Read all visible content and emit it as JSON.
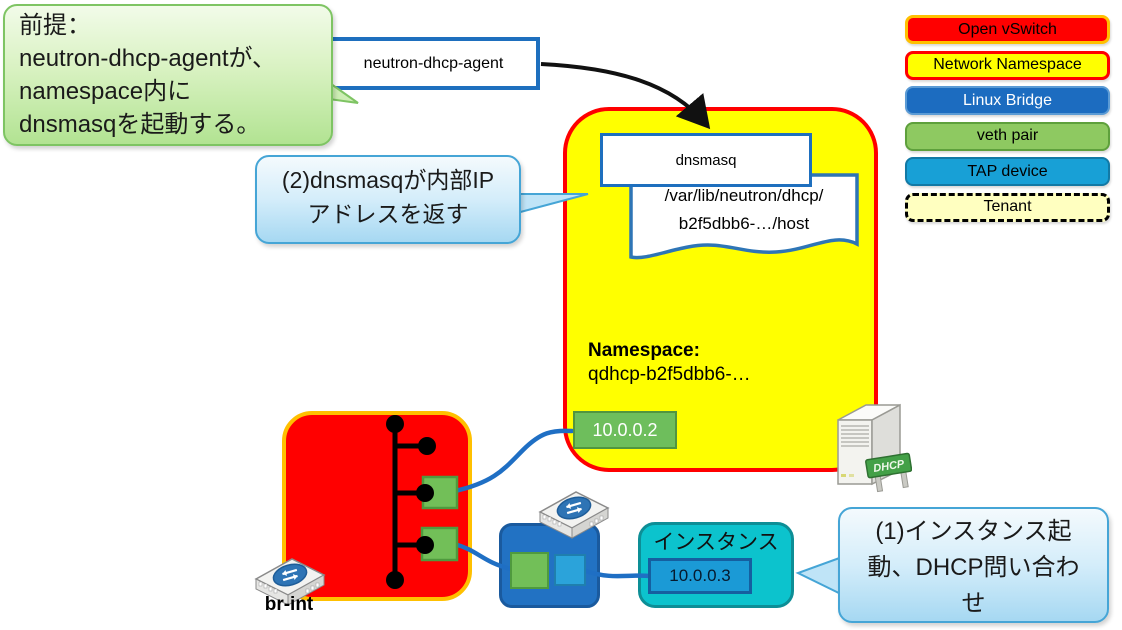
{
  "callouts": {
    "premise": {
      "lines": [
        "前提：",
        "neutron-dhcp-agentが、",
        "namespace内に",
        "dnsmasqを起動する。"
      ]
    },
    "step2": {
      "line1": "(2)dnsmasqが内部IP",
      "line2": "アドレスを返す"
    },
    "step1": {
      "line1": "(1)インスタンス起",
      "line2": "動、DHCP問い合わ",
      "line3": "せ"
    }
  },
  "agent_box": {
    "label": "neutron-dhcp-agent"
  },
  "namespace_box": {
    "dnsmasq_label": "dnsmasq",
    "hostfile_line1": "/var/lib/neutron/dhcp/",
    "hostfile_line2": "b2f5dbb6-…/host",
    "title": "Namespace:",
    "name": "qdhcp-b2f5dbb6-…",
    "dhcp_ip": "10.0.0.2"
  },
  "ovs_box": {
    "label": "br-int"
  },
  "instance_box": {
    "label": "インスタンス",
    "ip": "10.0.0.3"
  },
  "dhcp_server": {
    "sign": "DHCP"
  },
  "legend": {
    "items": [
      {
        "label": "Open vSwitch",
        "fill": "#ff0000",
        "border": "#ffc000",
        "text": "#000000",
        "border_style": "solid",
        "border_width": "3px"
      },
      {
        "label": "Network Namespace",
        "fill": "#ffff00",
        "border": "#ff0000",
        "text": "#000000",
        "border_style": "solid",
        "border_width": "3px"
      },
      {
        "label": "Linux Bridge",
        "fill": "#1c6cc0",
        "border": "#5b9bd5",
        "text": "#ffffff",
        "border_style": "solid",
        "border_width": "2px"
      },
      {
        "label": "veth pair",
        "fill": "#8ec961",
        "border": "#5ea03c",
        "text": "#000000",
        "border_style": "solid",
        "border_width": "2px"
      },
      {
        "label": "TAP device",
        "fill": "#18a0d6",
        "border": "#1279a5",
        "text": "#000000",
        "border_style": "solid",
        "border_width": "2px"
      },
      {
        "label": "Tenant",
        "fill": "#ffffc0",
        "border": "#000000",
        "text": "#000000",
        "border_style": "dashed",
        "border_width": "3px"
      }
    ]
  },
  "colors": {
    "open_vswitch_fill": "#ff0000",
    "open_vswitch_border": "#ffc000",
    "namespace_fill": "#ffff00",
    "namespace_border": "#ff0000",
    "linux_bridge_fill": "#2272c3",
    "veth_green": "#72bf58",
    "tap_blue": "#2ba3da",
    "instance_cyan": "#0cc3cd",
    "connector_blue": "#1f6fc4",
    "box_border_blue": "#1e6fbe"
  },
  "icons": {
    "dhcp_server": "server-icon",
    "br_int_switch": "network-switch-icon",
    "bridge_switch": "network-switch-icon"
  }
}
